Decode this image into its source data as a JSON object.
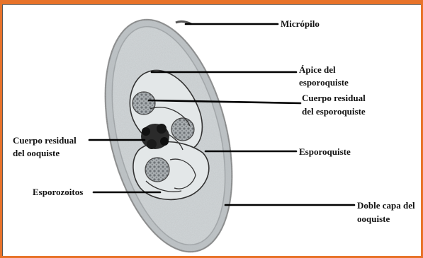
{
  "labels": {
    "micropilo": "Micrópilo",
    "apice_1": "Ápice del",
    "apice_2": "esporoquiste",
    "cuerpo_esp_1": "Cuerpo residual",
    "cuerpo_esp_2": "del esporoquiste",
    "cuerpo_ooq_1": "Cuerpo residual",
    "cuerpo_ooq_2": "del ooquiste",
    "esporoquiste": "Esporoquiste",
    "esporozoitos": "Esporozoitos",
    "doble_1": "Doble capa del",
    "doble_2": "ooquiste"
  },
  "colors": {
    "background_border": "#e8732a",
    "panel": "#ffffff",
    "oocyst_fill": "#cfd4d6",
    "oocyst_wall": "#6f6f6f",
    "residual_body": "#222222",
    "sporocyst_outline": "#333333",
    "leader_lines": "#000000"
  }
}
